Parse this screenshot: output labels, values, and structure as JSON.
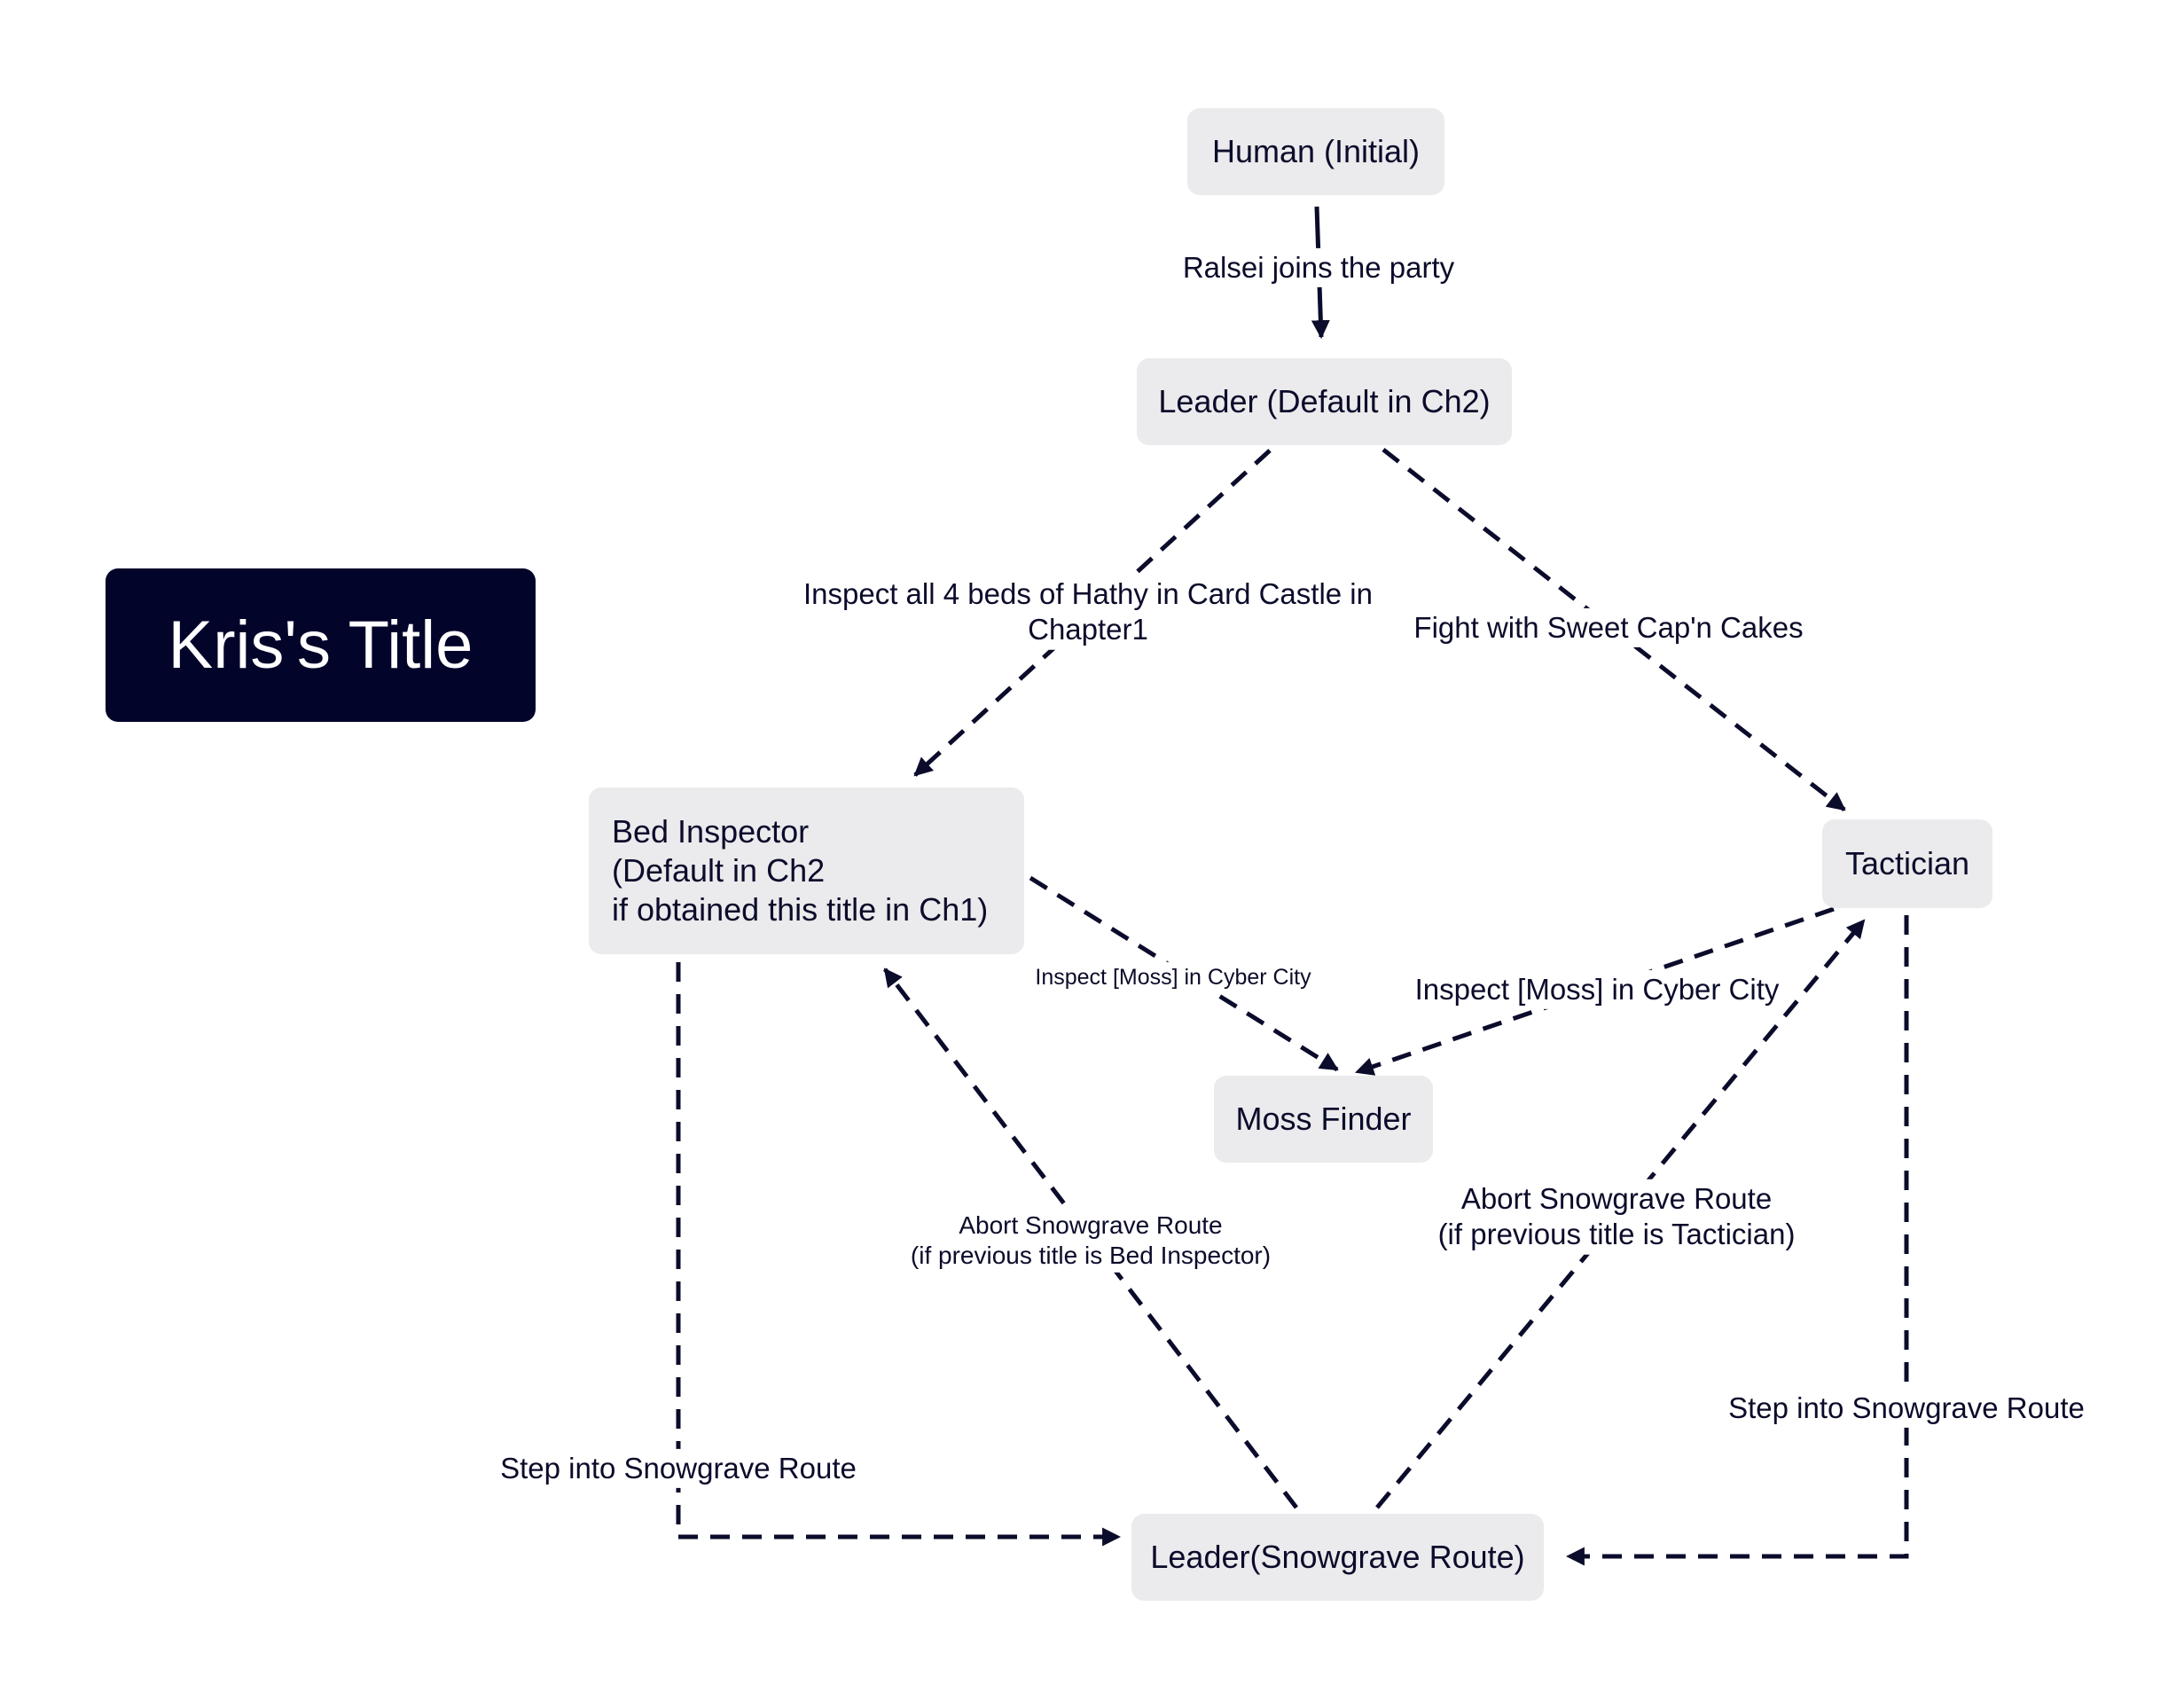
{
  "title": "Kris's Title",
  "colors": {
    "ink": "#0b0b2b",
    "title_bg": "#03042a",
    "title_text": "#ffffff",
    "node_bg": "#ebeaec",
    "canvas": "#ffffff"
  },
  "nodes": {
    "human": "Human (Initial)",
    "leader_default": "Leader (Default in Ch2)",
    "bed_inspector": "Bed Inspector\n(Default in Ch2\nif obtained this title in Ch1)",
    "tactician": "Tactician",
    "moss_finder": "Moss Finder",
    "leader_snowgrave": "Leader(Snowgrave Route)"
  },
  "edges": [
    {
      "from": "human",
      "to": "leader_default",
      "style": "solid",
      "label": "Ralsei joins the party"
    },
    {
      "from": "leader_default",
      "to": "bed_inspector",
      "style": "dashed",
      "label": "Inspect all 4 beds of Hathy in Card Castle in\nChapter1"
    },
    {
      "from": "leader_default",
      "to": "tactician",
      "style": "dashed",
      "label": "Fight with Sweet Cap'n Cakes"
    },
    {
      "from": "bed_inspector",
      "to": "moss_finder",
      "style": "dashed",
      "label": "Inspect [Moss] in Cyber City"
    },
    {
      "from": "tactician",
      "to": "moss_finder",
      "style": "dashed",
      "label": "Inspect [Moss] in Cyber City"
    },
    {
      "from": "leader_snowgrave",
      "to": "bed_inspector",
      "style": "dashed",
      "label": "Abort Snowgrave Route\n(if previous title is Bed Inspector)"
    },
    {
      "from": "leader_snowgrave",
      "to": "tactician",
      "style": "dashed",
      "label": "Abort Snowgrave Route\n(if previous title is Tactician)"
    },
    {
      "from": "bed_inspector",
      "to": "leader_snowgrave",
      "style": "dashed",
      "label": "Step into Snowgrave Route"
    },
    {
      "from": "tactician",
      "to": "leader_snowgrave",
      "style": "dashed",
      "label": "Step into Snowgrave Route"
    }
  ]
}
